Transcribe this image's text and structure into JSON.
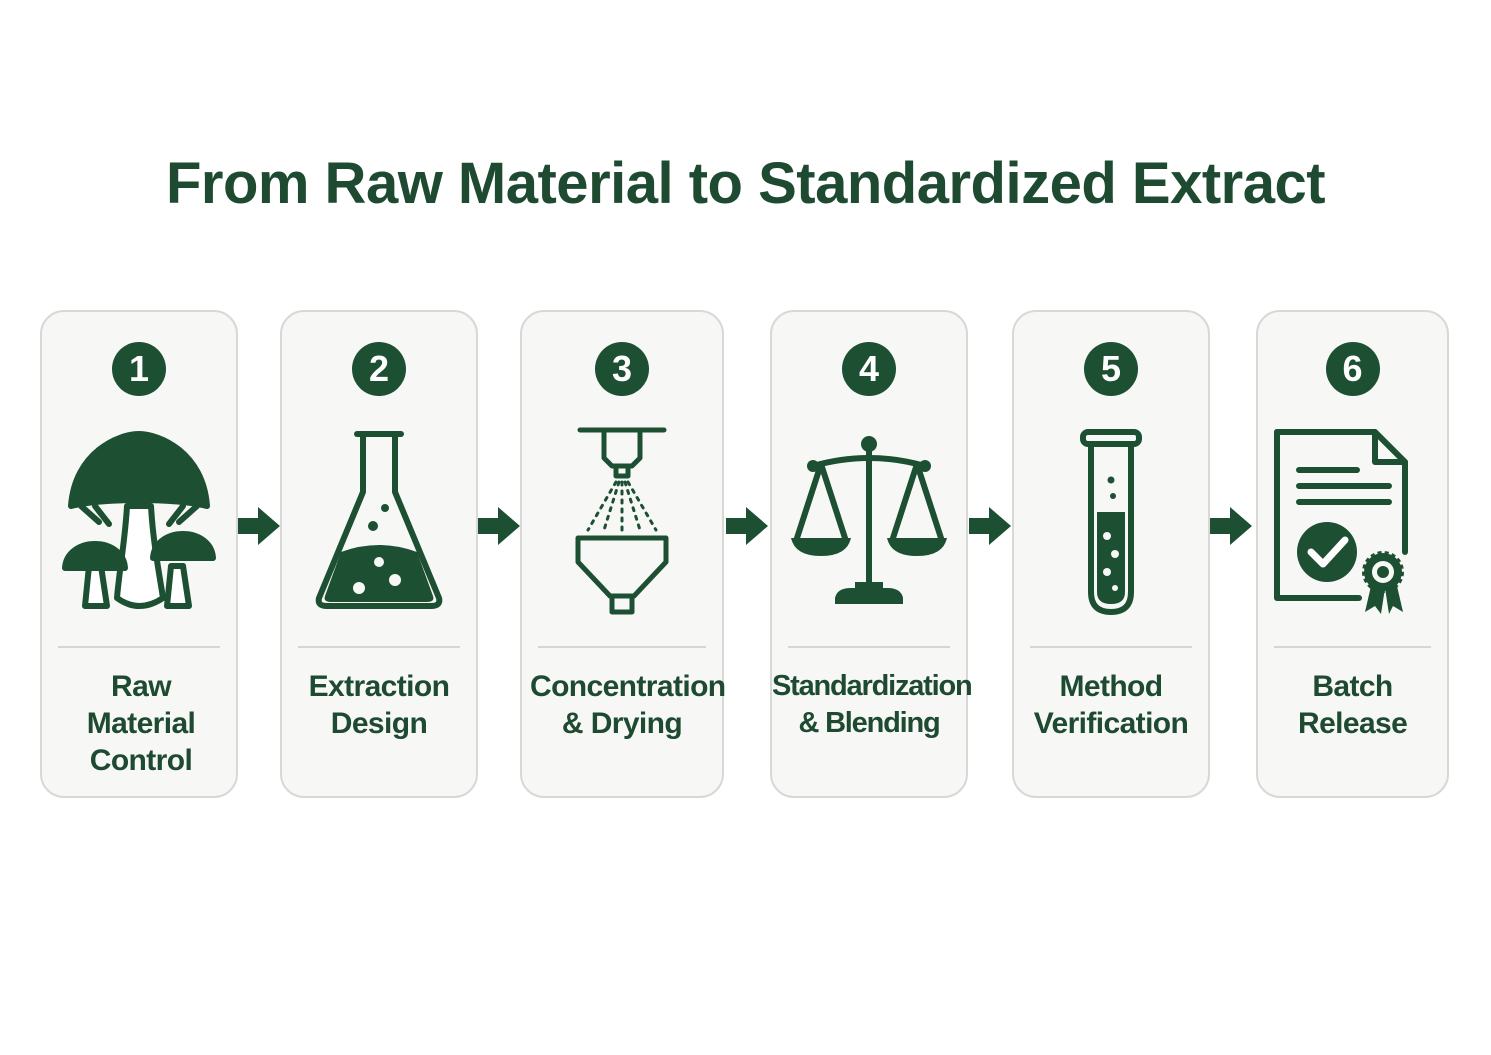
{
  "title": "From Raw Material to Standardized Extract",
  "colors": {
    "accent": "#1d4f33",
    "card_background": "#f7f7f6",
    "card_border": "#d8d8d6"
  },
  "steps": [
    {
      "number": "1",
      "label": "Raw Material Control",
      "icon": "mushroom-icon"
    },
    {
      "number": "2",
      "label": "Extraction Design",
      "icon": "flask-icon"
    },
    {
      "number": "3",
      "label": "Concentration & Drying",
      "icon": "spray-dryer-icon"
    },
    {
      "number": "4",
      "label": "Standardization & Blending",
      "icon": "balance-scale-icon"
    },
    {
      "number": "5",
      "label": "Method Verification",
      "icon": "test-tube-icon"
    },
    {
      "number": "6",
      "label": "Batch Release",
      "icon": "certificate-icon"
    }
  ]
}
